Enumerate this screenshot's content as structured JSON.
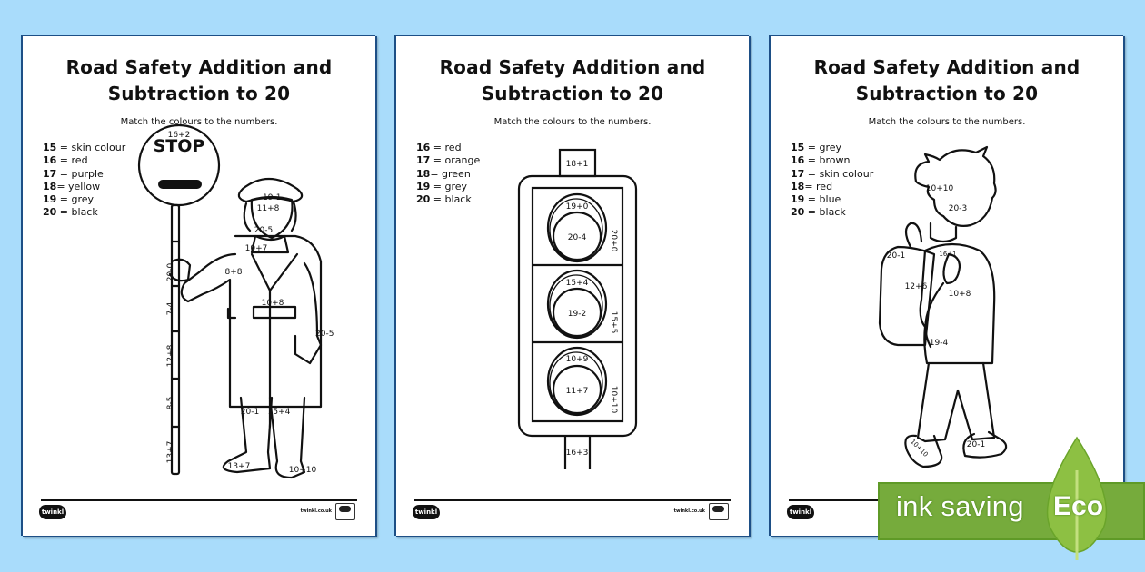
{
  "pages": [
    {
      "title_line1": "Road Safety Addition and",
      "title_line2": "Subtraction to 20",
      "instruction": "Match the colours to the numbers.",
      "key": [
        {
          "num": "15",
          "sep": " = ",
          "colour": "skin colour"
        },
        {
          "num": "16",
          "sep": " = ",
          "colour": "red"
        },
        {
          "num": "17",
          "sep": " = ",
          "colour": "purple"
        },
        {
          "num": "18",
          "sep": "= ",
          "colour": "yellow"
        },
        {
          "num": "19",
          "sep": " = ",
          "colour": "grey"
        },
        {
          "num": "20",
          "sep": " = ",
          "colour": "black"
        }
      ],
      "illustration": "lollipop-lady",
      "sign_text": "STOP",
      "labels": [
        "16+2",
        "19-1",
        "11+8",
        "20-5",
        "10+7",
        "8+8",
        "10+8",
        "20-0",
        "7-4",
        "12+8",
        "8-5",
        "13+7",
        "20-5",
        "20-1",
        "15+4",
        "13+7",
        "10+10"
      ],
      "footer_logo": "twinkl",
      "footer_site": "twinkl.co.uk"
    },
    {
      "title_line1": "Road Safety Addition and",
      "title_line2": "Subtraction to 20",
      "instruction": "Match the colours to the numbers.",
      "key": [
        {
          "num": "16",
          "sep": " = ",
          "colour": "red"
        },
        {
          "num": "17",
          "sep": " = ",
          "colour": "orange"
        },
        {
          "num": "18",
          "sep": "= ",
          "colour": "green"
        },
        {
          "num": "19",
          "sep": " = ",
          "colour": "grey"
        },
        {
          "num": "20",
          "sep": " = ",
          "colour": "black"
        }
      ],
      "illustration": "traffic-light",
      "labels": [
        "18+1",
        "19+0",
        "20-4",
        "20+0",
        "15+4",
        "19-2",
        "15+5",
        "10+9",
        "11+7",
        "10+10",
        "16+3"
      ],
      "footer_logo": "twinkl",
      "footer_site": "twinkl.co.uk"
    },
    {
      "title_line1": "Road Safety Addition and",
      "title_line2": "Subtraction to 20",
      "instruction": "Match the colours to the numbers.",
      "key": [
        {
          "num": "15",
          "sep": " = ",
          "colour": "grey"
        },
        {
          "num": "16",
          "sep": " = ",
          "colour": "brown"
        },
        {
          "num": "17",
          "sep": " = ",
          "colour": "skin colour"
        },
        {
          "num": "18",
          "sep": "= ",
          "colour": "red"
        },
        {
          "num": "19",
          "sep": " = ",
          "colour": "blue"
        },
        {
          "num": "20",
          "sep": " = ",
          "colour": "black"
        }
      ],
      "illustration": "schoolboy",
      "labels": [
        "10+10",
        "20-3",
        "20-1",
        "16+1",
        "12+6",
        "10+8",
        "19-4",
        "10+10",
        "20-1"
      ],
      "footer_logo": "twinkl"
    }
  ],
  "eco_banner": {
    "text": "ink saving",
    "leaf_label": "Eco",
    "colors": {
      "banner": "#76ab3c",
      "leaf": "#8dc043",
      "background": "#a9dcfb"
    }
  }
}
